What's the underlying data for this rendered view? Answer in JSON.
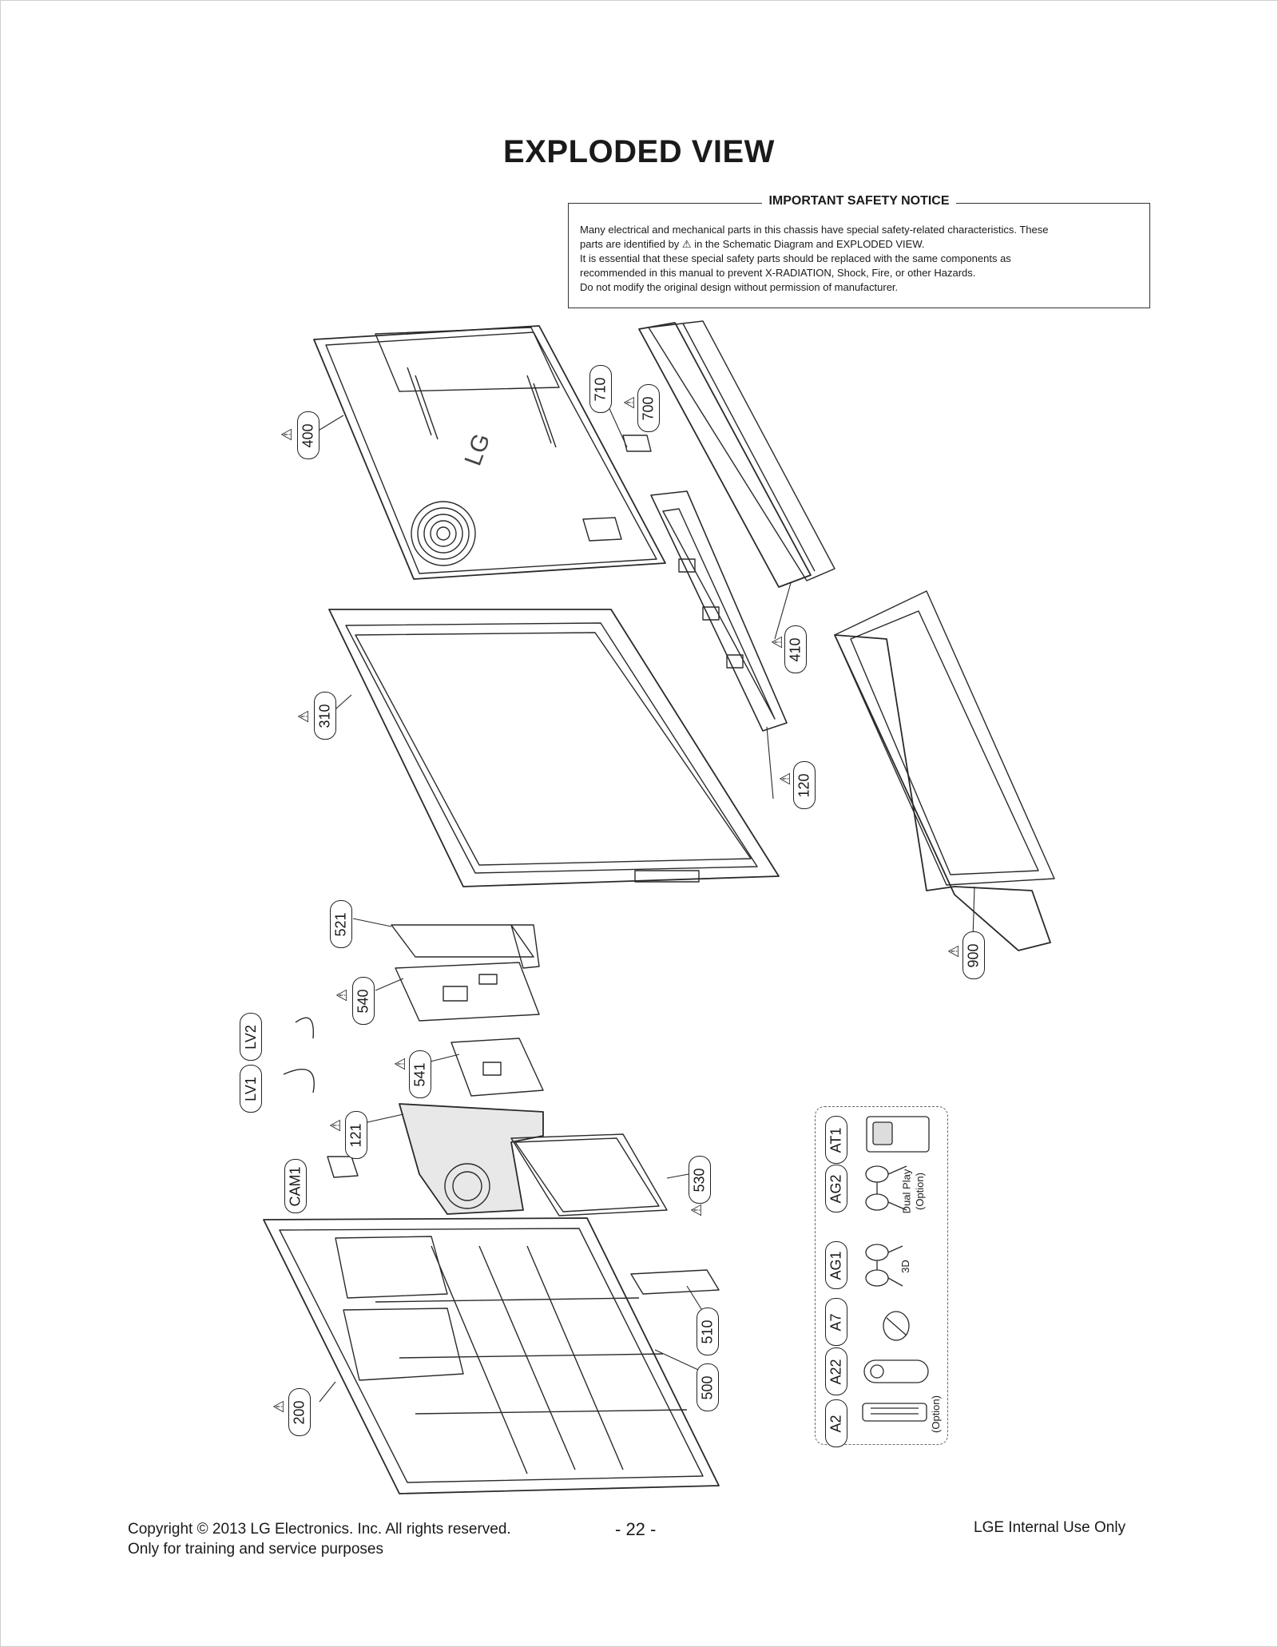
{
  "title": "EXPLODED VIEW",
  "safety_notice": {
    "heading": "IMPORTANT SAFETY NOTICE",
    "line1": "Many electrical and mechanical parts in this chassis have special safety-related characteristics. These",
    "line2_before": "parts are identified by",
    "line2_after": "in the Schematic Diagram and EXPLODED VIEW.",
    "line3": "It is essential that these special safety parts should be replaced with the same components as",
    "line4": "recommended in this manual to prevent X-RADIATION, Shock, Fire, or other Hazards.",
    "line5": "Do not modify the original design without permission of manufacturer."
  },
  "caution_symbol": "⚠",
  "parts": {
    "p400": "400",
    "p710": "710",
    "p700": "700",
    "p410": "410",
    "p310": "310",
    "p120": "120",
    "p900": "900",
    "p521": "521",
    "p540": "540",
    "pLV2": "LV2",
    "pLV1": "LV1",
    "p541": "541",
    "p121": "121",
    "pCAM1": "CAM1",
    "p530": "530",
    "p510": "510",
    "p500": "500",
    "p200": "200"
  },
  "accessories": {
    "AT1": "AT1",
    "AG2": "AG2",
    "AG1": "AG1",
    "A7": "A7",
    "A22": "A22",
    "A2": "A2",
    "dual_play": "Dual Play",
    "option": "(Option)",
    "threeD": "3D",
    "option2": "(Option)"
  },
  "logo_text": "LG",
  "footer": {
    "copyright": "Copyright  © 2013 LG Electronics. Inc. All rights reserved.",
    "training": "Only for training and service purposes",
    "page": "- 22 -",
    "internal": "LGE Internal Use Only"
  }
}
